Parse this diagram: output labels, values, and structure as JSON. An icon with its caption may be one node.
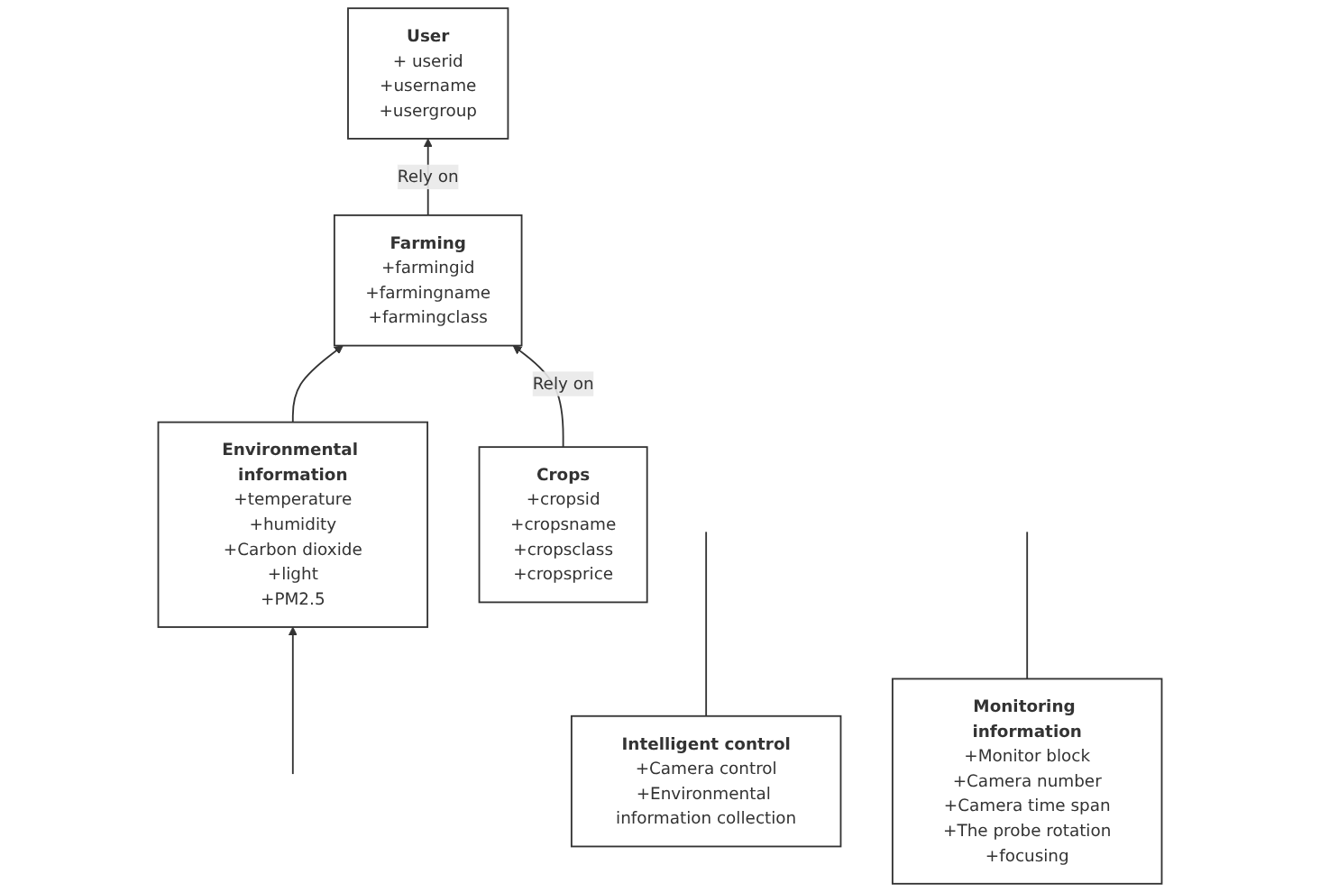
{
  "diagram": {
    "nodes": [
      {
        "text": [
          "User",
          "+ userid",
          "+username",
          "+usergroup"
        ]
      },
      {
        "text": [
          "Intelligent control",
          "+Camera control",
          "+Environmental information collection"
        ]
      },
      {
        "text": [
          "Farming",
          "+farmingid",
          "+farmingname",
          "+farmingclass"
        ]
      },
      {
        "text": [
          "Environmental information",
          "+temperature",
          "+humidity",
          "+Carbon dioxide",
          "+light",
          "+PM2.5"
        ]
      },
      {
        "text": [
          "Crops",
          "+cropsid",
          "+cropsname",
          "+cropsclass",
          "+cropsprice"
        ]
      },
      {
        "text": [
          "Monitoring information",
          "+Monitor block",
          "+Camera number",
          "+Camera time span",
          "+The probe rotation",
          "+focusing"
        ]
      }
    ],
    "edges": [
      {
        "from": 2,
        "to": 0,
        "arrow": "to",
        "label": "Rely on"
      },
      {
        "from": 3,
        "to": 2,
        "arrow": "to"
      },
      {
        "from": 4,
        "to": 2,
        "arrow": "to",
        "label": "Rely on"
      },
      {
        "from": 1,
        "to": null,
        "arrow": "none"
      },
      {
        "from": null,
        "to": 3,
        "arrow": "to"
      },
      {
        "from": 5,
        "to": null,
        "arrow": "none"
      }
    ]
  }
}
